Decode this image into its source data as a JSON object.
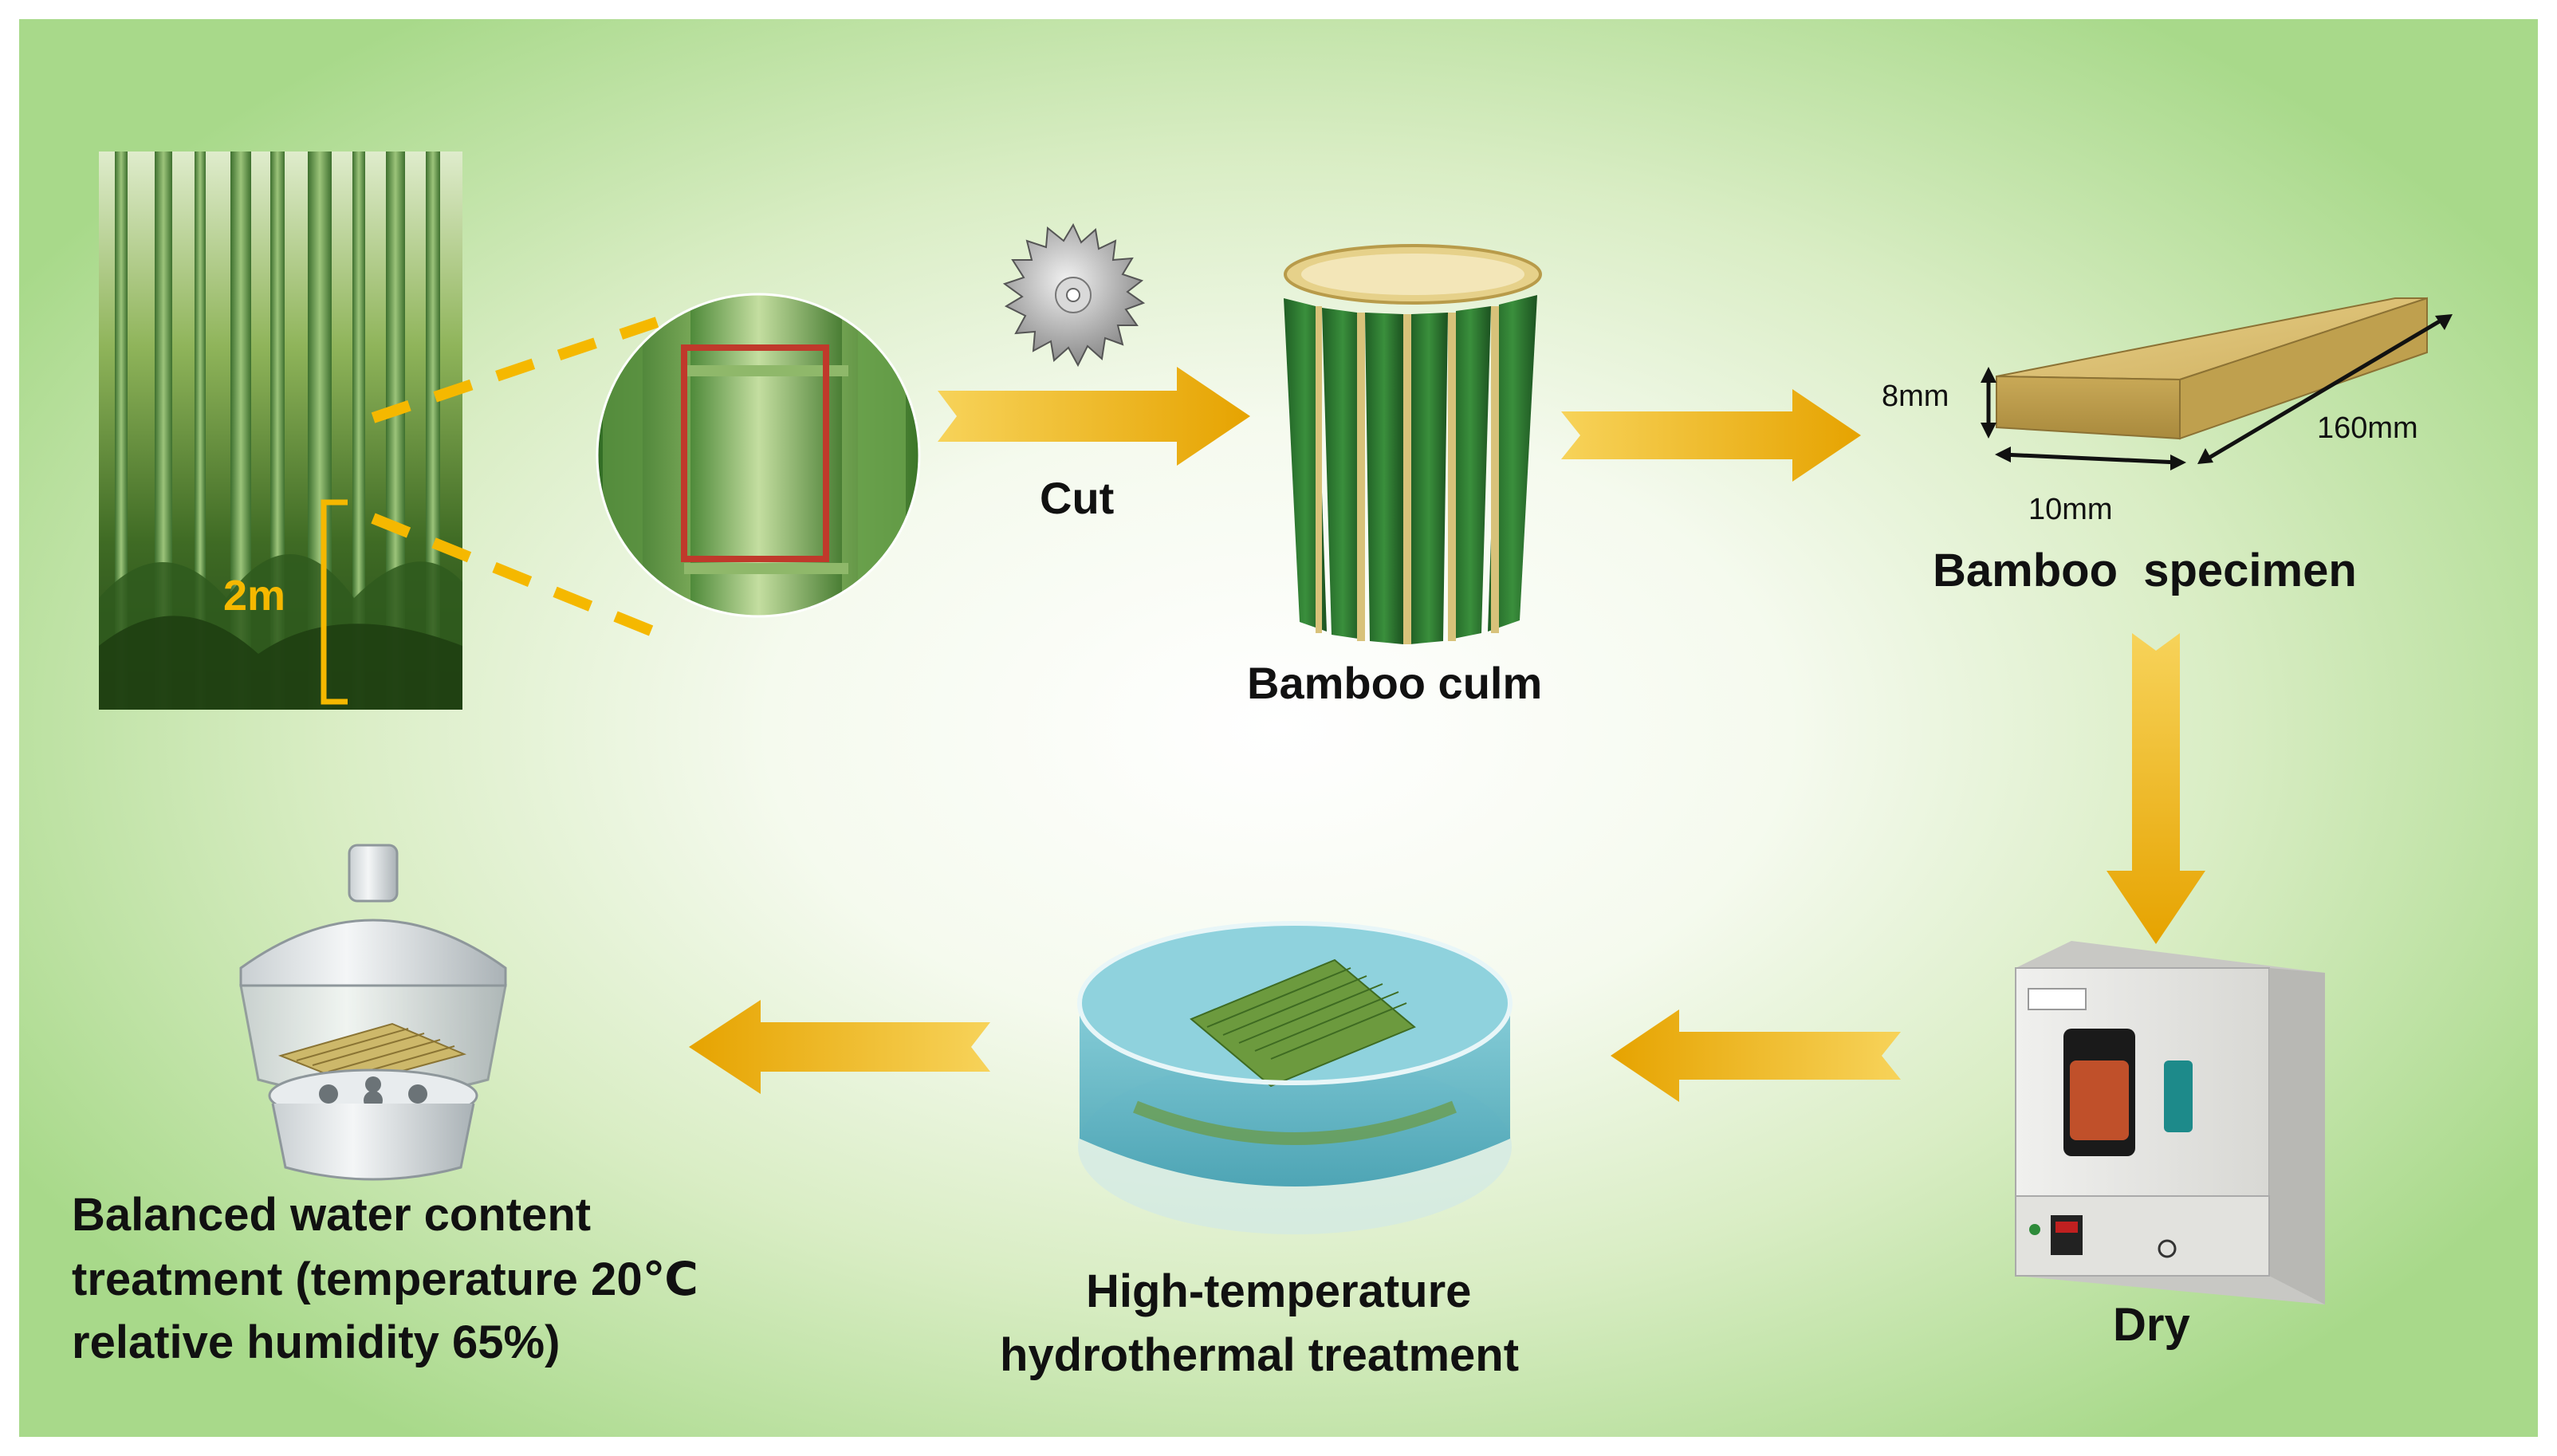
{
  "labels": {
    "cut": "Cut",
    "bamboo_culm": "Bamboo culm",
    "bamboo_specimen": "Bamboo  specimen",
    "dry": "Dry",
    "hydrothermal_line1": "High-temperature",
    "hydrothermal_line2": "hydrothermal treatment",
    "balanced_line1": "Balanced water content",
    "balanced_line2": "treatment (temperature 20℃",
    "balanced_line3": "relative humidity 65%)"
  },
  "dimensions": {
    "height_marker": "2m",
    "thickness": "8mm",
    "width": "10mm",
    "length": "160mm"
  },
  "colors": {
    "arrow": "#f2b705",
    "bamboo_green": "#2e7d32",
    "specimen_wood": "#d9bf6e",
    "highlight_box": "#c0392b",
    "water": "#5bb7c9"
  },
  "icons": [
    "bamboo-forest-photo",
    "bamboo-closeup-icon",
    "saw-blade-icon",
    "bamboo-culm-icon",
    "bamboo-specimen-icon",
    "drying-oven-icon",
    "water-dish-icon",
    "desiccator-icon"
  ]
}
